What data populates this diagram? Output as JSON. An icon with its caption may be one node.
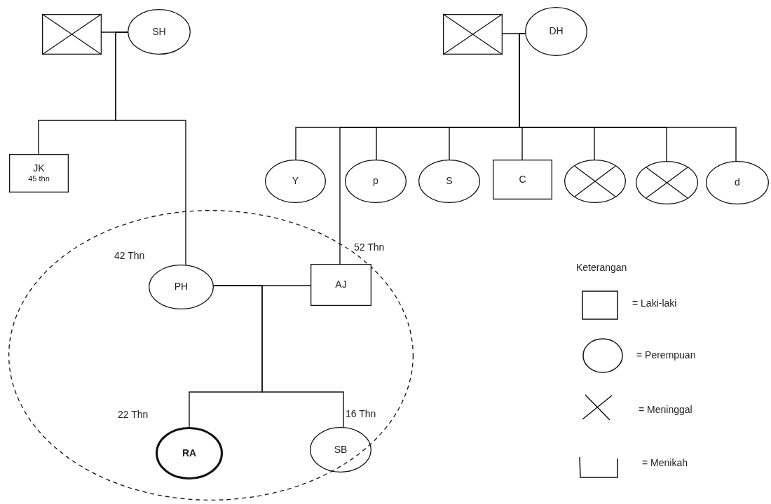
{
  "diagram": {
    "nodes": [
      {
        "text": [],
        "shape": "box"
      },
      {
        "text": [
          "SH"
        ]
      },
      {
        "text": [],
        "shape": "box"
      },
      {
        "text": [
          "DH"
        ]
      },
      {
        "text": [
          "JK",
          "45 thn"
        ]
      },
      {
        "text": [
          "Y"
        ]
      },
      {
        "text": [
          "p"
        ]
      },
      {
        "text": [
          "S"
        ]
      },
      {
        "text": [
          "C"
        ]
      },
      {
        "text": [],
        "shape": "circle"
      },
      {
        "text": [],
        "shape": "circle"
      },
      {
        "text": [
          "d"
        ]
      },
      {
        "text": [],
        "shape": "ellipse"
      },
      {
        "text": [
          "PH"
        ],
        "in": 12,
        "beside": [
          "42 Thn"
        ]
      },
      {
        "text": [
          "AJ"
        ],
        "in": 12,
        "beside": [
          "52 Thn"
        ]
      },
      {
        "text": [
          "RA"
        ],
        "in": 12,
        "beside": [
          "22 Thn"
        ]
      },
      {
        "text": [
          "SB"
        ],
        "in": 12,
        "beside": [
          "16 Thn"
        ]
      }
    ],
    "edges": [
      {
        "from": 0,
        "to": 1,
        "arrow": "none"
      },
      {
        "from": 1,
        "to": 4,
        "arrow": "none"
      },
      {
        "from": 1,
        "to": 13,
        "arrow": "none"
      },
      {
        "from": 2,
        "to": 3,
        "arrow": "none"
      },
      {
        "from": 3,
        "to": 5,
        "arrow": "none"
      },
      {
        "from": 3,
        "to": 6,
        "arrow": "none"
      },
      {
        "from": 3,
        "to": 7,
        "arrow": "none"
      },
      {
        "from": 3,
        "to": 8,
        "arrow": "none"
      },
      {
        "from": 3,
        "to": 9,
        "arrow": "none"
      },
      {
        "from": 3,
        "to": 10,
        "arrow": "none"
      },
      {
        "from": 3,
        "to": 11,
        "arrow": "none"
      },
      {
        "from": 3,
        "to": 14,
        "arrow": "none"
      },
      {
        "from": 13,
        "to": 14,
        "arrow": "none"
      },
      {
        "from": 13,
        "to": 15,
        "arrow": "none"
      },
      {
        "from": 13,
        "to": 16,
        "arrow": "none"
      }
    ],
    "labels": [
      "Keterangan"
    ],
    "legend": [
      {
        "text": "= Laki-laki"
      },
      {
        "text": "= Perempuan"
      },
      {
        "text": "= Meninggal"
      },
      {
        "text": "= Menikah"
      }
    ]
  }
}
